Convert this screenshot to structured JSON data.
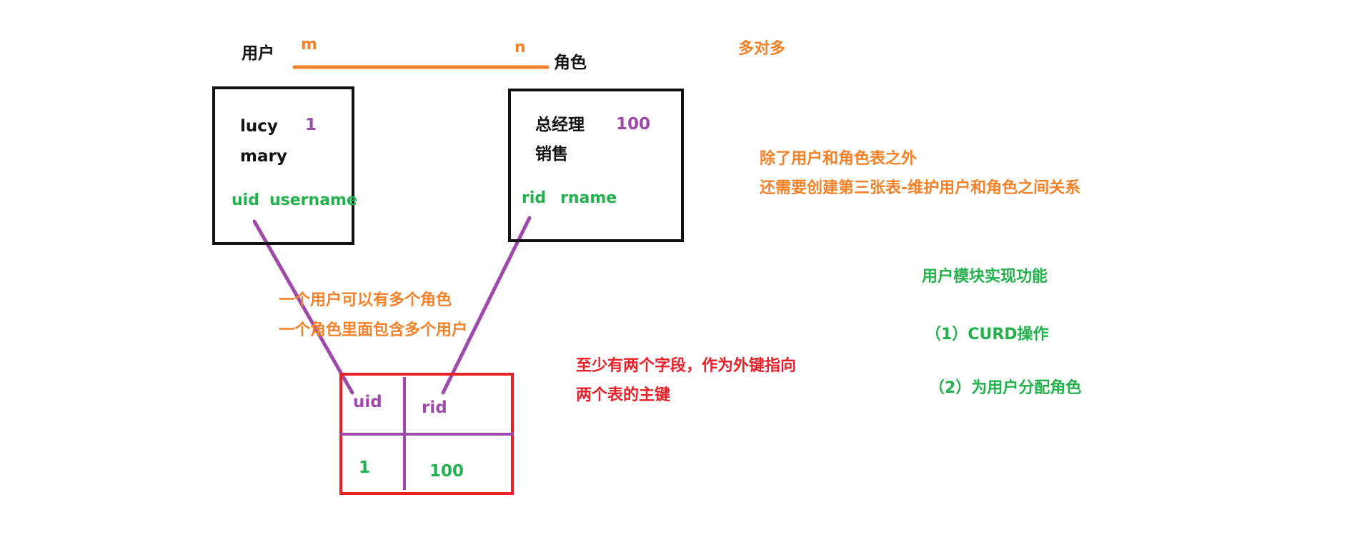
{
  "colors": {
    "black": "#111111",
    "orange": "#f5822a",
    "purple": "#9d4aab",
    "green": "#22b14c",
    "red": "#e8202a"
  },
  "relationship": {
    "left_entity": "用户",
    "left_cardinality": "m",
    "right_cardinality": "n",
    "right_entity": "角色",
    "type_label": "多对多"
  },
  "user_table": {
    "rows": [
      "lucy",
      "mary"
    ],
    "sample_id": "1",
    "columns": [
      "uid",
      "username"
    ]
  },
  "role_table": {
    "rows": [
      "总经理",
      "销售"
    ],
    "sample_id": "100",
    "columns": [
      "rid",
      "rname"
    ]
  },
  "explanation": {
    "line1": "一个用户可以有多个角色",
    "line2": "一个角色里面包含多个用户"
  },
  "third_table_note": {
    "line1": "除了用户和角色表之外",
    "line2": "还需要创建第三张表-维护用户和角色之间关系"
  },
  "join_table": {
    "headers": [
      "uid",
      "rid"
    ],
    "values": [
      "1",
      "100"
    ]
  },
  "join_note": {
    "line1": "至少有两个字段，作为外键指向",
    "line2": "两个表的主键"
  },
  "user_module": {
    "title": "用户模块实现功能",
    "item1": "（1）CURD操作",
    "item2": "（2）为用户分配角色"
  }
}
